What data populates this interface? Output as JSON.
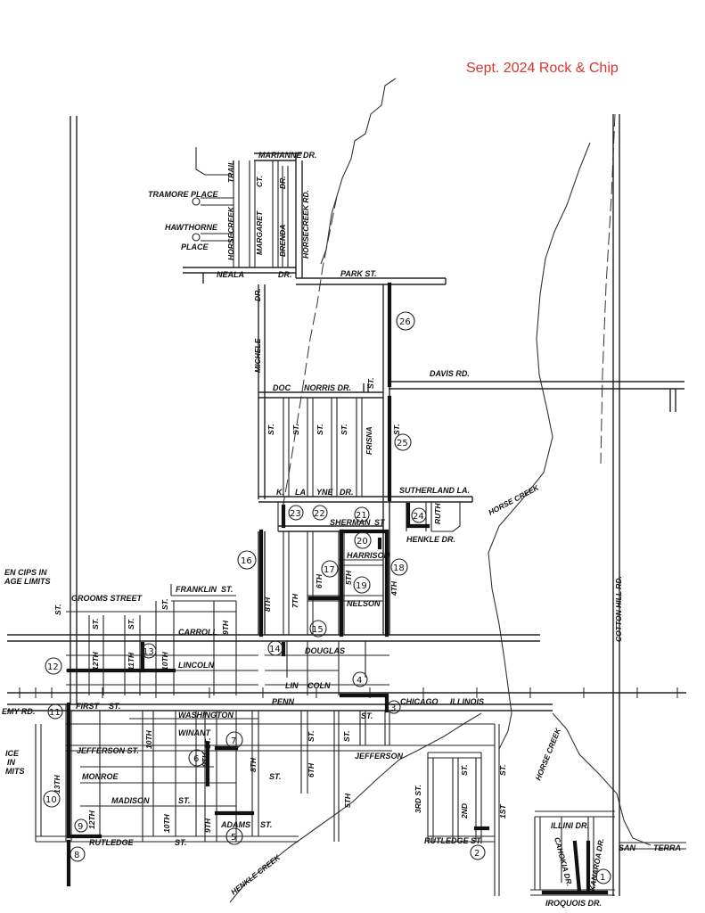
{
  "title": "Sept. 2024 Rock & Chip",
  "colors": {
    "title": "#d9342b",
    "ink": "#111111"
  },
  "left_edge_notes": [
    "EN CIPS IN",
    "AGE LIMITS",
    "EMY RD.",
    "ICE",
    "IN",
    "MITS"
  ],
  "streets": {
    "marianne": "MARIANNE",
    "marianne_dr": "DR.",
    "tramore": "TRAMORE PLACE",
    "hawthorne": "HAWTHORNE",
    "place": "PLACE",
    "horsecreek_trail_a": "HORSECREEK",
    "horsecreek_trail_b": "TRAIL",
    "margaret": "MARGARET",
    "ct": "CT.",
    "brenda": "BRENDA",
    "dr_v": "DR.",
    "horsecreek_rd": "HORSECREEK RD.",
    "neala": "NEALA",
    "neala_dr": "DR.",
    "park": "PARK ST.",
    "michele": "MICHELE",
    "michele_dr": "DR.",
    "doc": "DOC",
    "norris": "NORRIS DR.",
    "st_top": "ST.",
    "davis": "DAVIS RD.",
    "st_a": "ST.",
    "st_b": "ST.",
    "st_c": "ST.",
    "st_d": "ST.",
    "frisna": "FRISNA",
    "st_25": "ST.",
    "k": "K.",
    "la": "LA",
    "yne": "YNE",
    "dr_k": "DR.",
    "sutherland": "SUTHERLAND LA.",
    "sherman": "SHERMAN",
    "sherman_st": "ST",
    "ruth": "RUTH",
    "henkle_dr": "HENKLE DR.",
    "horse_creek_top": "HORSE CREEK",
    "harrison": "HARRISON",
    "franklin": "FRANKLIN",
    "franklin_st": "ST.",
    "grooms": "GROOMS STREET",
    "st_far": "ST.",
    "st_g1": "ST.",
    "st_g2": "ST.",
    "st_g3": "ST.",
    "eighth": "8TH",
    "seventh": "7TH",
    "sixth": "6TH",
    "fifth": "5TH",
    "fourth": "4TH",
    "nelson": "NELSON",
    "carroll": "CARROLL",
    "ninth_a": "9TH",
    "twelfth": "12TH",
    "eleventh": "11TH",
    "tenth": "10TH",
    "lincoln": "LINCOLN",
    "douglas": "DOUGLAS",
    "lin": "LIN",
    "coln": "COLN",
    "penn": "PENN",
    "chicago": "CHICAGO",
    "illinois": "ILLINOIS",
    "st_chi": "ST.",
    "first": "FIRST",
    "first_st": "ST.",
    "washington": "WASHINGTON",
    "winant": "WINANT",
    "tenth_b": "10TH",
    "jefferson_st": "JEFFERSON ST.",
    "ninth_b": "9TH",
    "ninth_st": "ST.",
    "eighth_b": "8TH",
    "st_8b": "ST.",
    "sixth_st": "ST.",
    "sixth_b": "6TH",
    "st_5a": "ST.",
    "jefferson": "JEFFERSON",
    "thirteenth": "13TH",
    "monroe": "MONROE",
    "madison": "MADISON",
    "st_mad": "ST.",
    "fifth_b": "5TH",
    "third": "3RD ST.",
    "st_2nd": "ST.",
    "second": "2ND",
    "first_st_v": "ST.",
    "first_v": "1ST",
    "horse_creek_right": "HORSE CREEK",
    "twelfth_b": "12TH",
    "tenth_c": "10TH",
    "ninth_c": "9TH",
    "adams": "ADAMS",
    "adams_st": "ST.",
    "rutledge": "RUTLEDGE",
    "rutledge_st": "ST.",
    "rutledge_r": "RUTLEDGE",
    "rutledge_r_st": "ST.",
    "henkle_creek": "HENKLE CREEK",
    "illini": "ILLINI DR.",
    "san": "SAN",
    "terra": "TERRA",
    "cahokia": "CAHOKIA DR.",
    "kanarda": "KANAROA DR.",
    "iroquois": "IROQUOIS DR.",
    "cotton_hill": "COTTON HILL RD."
  },
  "segments": [
    "1",
    "2",
    "3",
    "4",
    "5",
    "6",
    "7",
    "8",
    "9",
    "10",
    "11",
    "12",
    "13",
    "14",
    "15",
    "16",
    "17",
    "18",
    "19",
    "20",
    "21",
    "22",
    "23",
    "24",
    "25",
    "26"
  ]
}
